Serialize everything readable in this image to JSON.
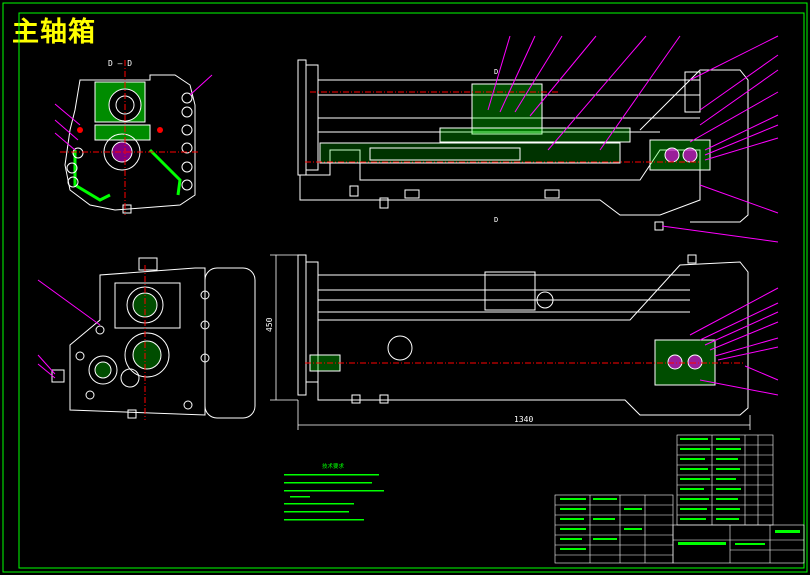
{
  "title": "主轴箱",
  "colors": {
    "background": "#000000",
    "outline": "#ffffff",
    "fill": "#00ff00",
    "leader": "#ff00ff",
    "centerline": "#ff0000",
    "accent": "#ffff00",
    "frame": "#00ff00"
  },
  "section_label": "D — D",
  "section_mark": "D",
  "dimensions": {
    "width": "1340",
    "height": "450"
  },
  "notes_title": "技术要求"
}
